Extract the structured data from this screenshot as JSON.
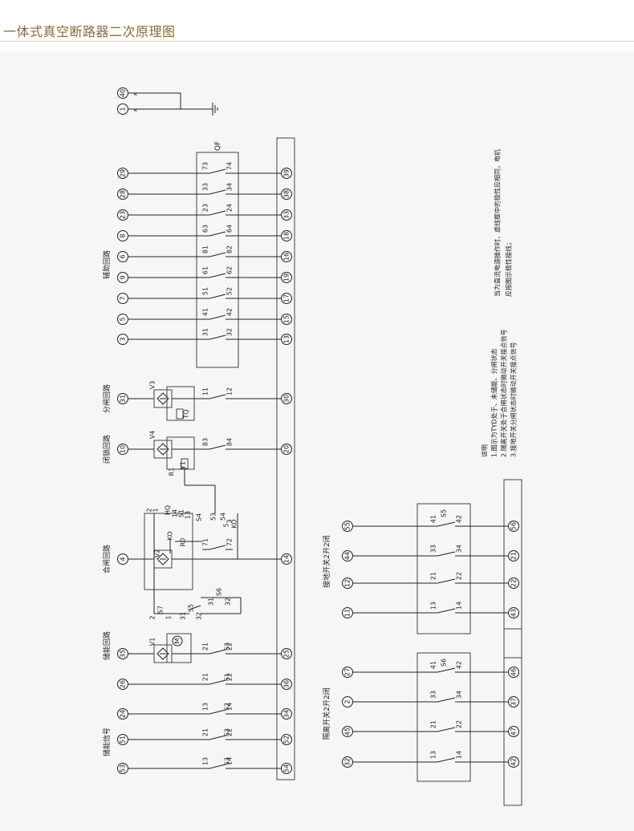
{
  "title": "一体式真空断路器二次原理图",
  "qf_label": "QF",
  "ground_terminals": [
    "40",
    "1"
  ],
  "aux": {
    "label": "辅助回路",
    "rows": [
      {
        "left": "29",
        "c1": "73",
        "c2": "74",
        "right": "39"
      },
      {
        "left": "28",
        "c1": "33",
        "c2": "34",
        "right": "38"
      },
      {
        "left": "23",
        "c1": "23",
        "c2": "24",
        "right": "33"
      },
      {
        "left": "8",
        "c1": "63",
        "c2": "64",
        "right": "18"
      },
      {
        "left": "6",
        "c1": "81",
        "c2": "82",
        "right": "16"
      },
      {
        "left": "9",
        "c1": "61",
        "c2": "62",
        "right": "19"
      },
      {
        "left": "7",
        "c1": "51",
        "c2": "52",
        "right": "17"
      },
      {
        "left": "5",
        "c1": "41",
        "c2": "42",
        "right": "15"
      },
      {
        "left": "3",
        "c1": "31",
        "c2": "32",
        "right": "13"
      }
    ]
  },
  "trip": {
    "label": "分闸回路",
    "left": "31",
    "c1": "11",
    "c2": "12",
    "right": "30",
    "coil": "V3",
    "elem": "TQ"
  },
  "lock": {
    "label": "闭锁回路",
    "left": "10",
    "c1": "83",
    "c2": "84",
    "right": "20",
    "coil": "V4",
    "elem": "Y1",
    "r": "R1"
  },
  "close": {
    "label": "合闸回路",
    "left": "4",
    "right": "14",
    "coil": "V2",
    "kq": "KO",
    "r": "R0",
    "c1": "71",
    "c2": "72",
    "s1_labels": [
      "2",
      "1",
      "HQ",
      "14",
      "S1",
      "13",
      "S4"
    ],
    "s4_labels": [
      "53",
      "54",
      "5",
      "3",
      "KO"
    ]
  },
  "s6_block": {
    "labels": [
      "31",
      "32",
      "S6",
      "S7",
      "2",
      "1",
      "31",
      "32",
      "S5"
    ]
  },
  "storage": {
    "label": "储能回路",
    "signal_label": "储能信号",
    "motor": {
      "left": "35",
      "coil": "V1",
      "m": "M",
      "c1": "21",
      "c2": "22",
      "s": "S3",
      "right": "25"
    },
    "rows": [
      {
        "left": "26",
        "c1": "21",
        "c2": "22",
        "s": "S1",
        "right": "36"
      },
      {
        "left": "24",
        "c1": "13",
        "c2": "14",
        "s": "S2",
        "right": "34"
      },
      {
        "left": "51",
        "c1": "21",
        "c2": "22",
        "s": "S2",
        "right": "52"
      },
      {
        "left": "53",
        "c1": "13",
        "c2": "14",
        "s": "S3",
        "right": "54"
      }
    ]
  },
  "notes": {
    "heading": "说明",
    "lines": [
      "1.图示为TYD处于、未储能、分闸状态",
      "2.隔离开关处于合闸状态时微动开关接点信号",
      "3.接地开关分闸状态时微动开关接点信号"
    ],
    "right_lines": [
      "当为直流电源操作时，虚线框中的极性应相同，电机",
      "应按图示极性接线；"
    ]
  },
  "earth_switch": {
    "label": "接地开关2开2闭",
    "switch": "S5",
    "rows": [
      {
        "left": "55",
        "c1": "41",
        "c2": "42",
        "right": "56"
      },
      {
        "left": "44",
        "c1": "33",
        "c2": "34",
        "right": "21"
      },
      {
        "left": "12",
        "c1": "21",
        "c2": "22",
        "right": "22"
      },
      {
        "left": "11",
        "c1": "13",
        "c2": "14",
        "right": "43"
      }
    ]
  },
  "iso_switch": {
    "label": "隔离开关2开2闭",
    "switch": "S6",
    "rows": [
      {
        "left": "27",
        "c1": "41",
        "c2": "42",
        "right": "46"
      },
      {
        "left": "2",
        "c1": "33",
        "c2": "34",
        "right": "37"
      },
      {
        "left": "45",
        "c1": "21",
        "c2": "22",
        "right": "47"
      },
      {
        "left": "32",
        "c1": "13",
        "c2": "14",
        "right": "42"
      }
    ]
  }
}
